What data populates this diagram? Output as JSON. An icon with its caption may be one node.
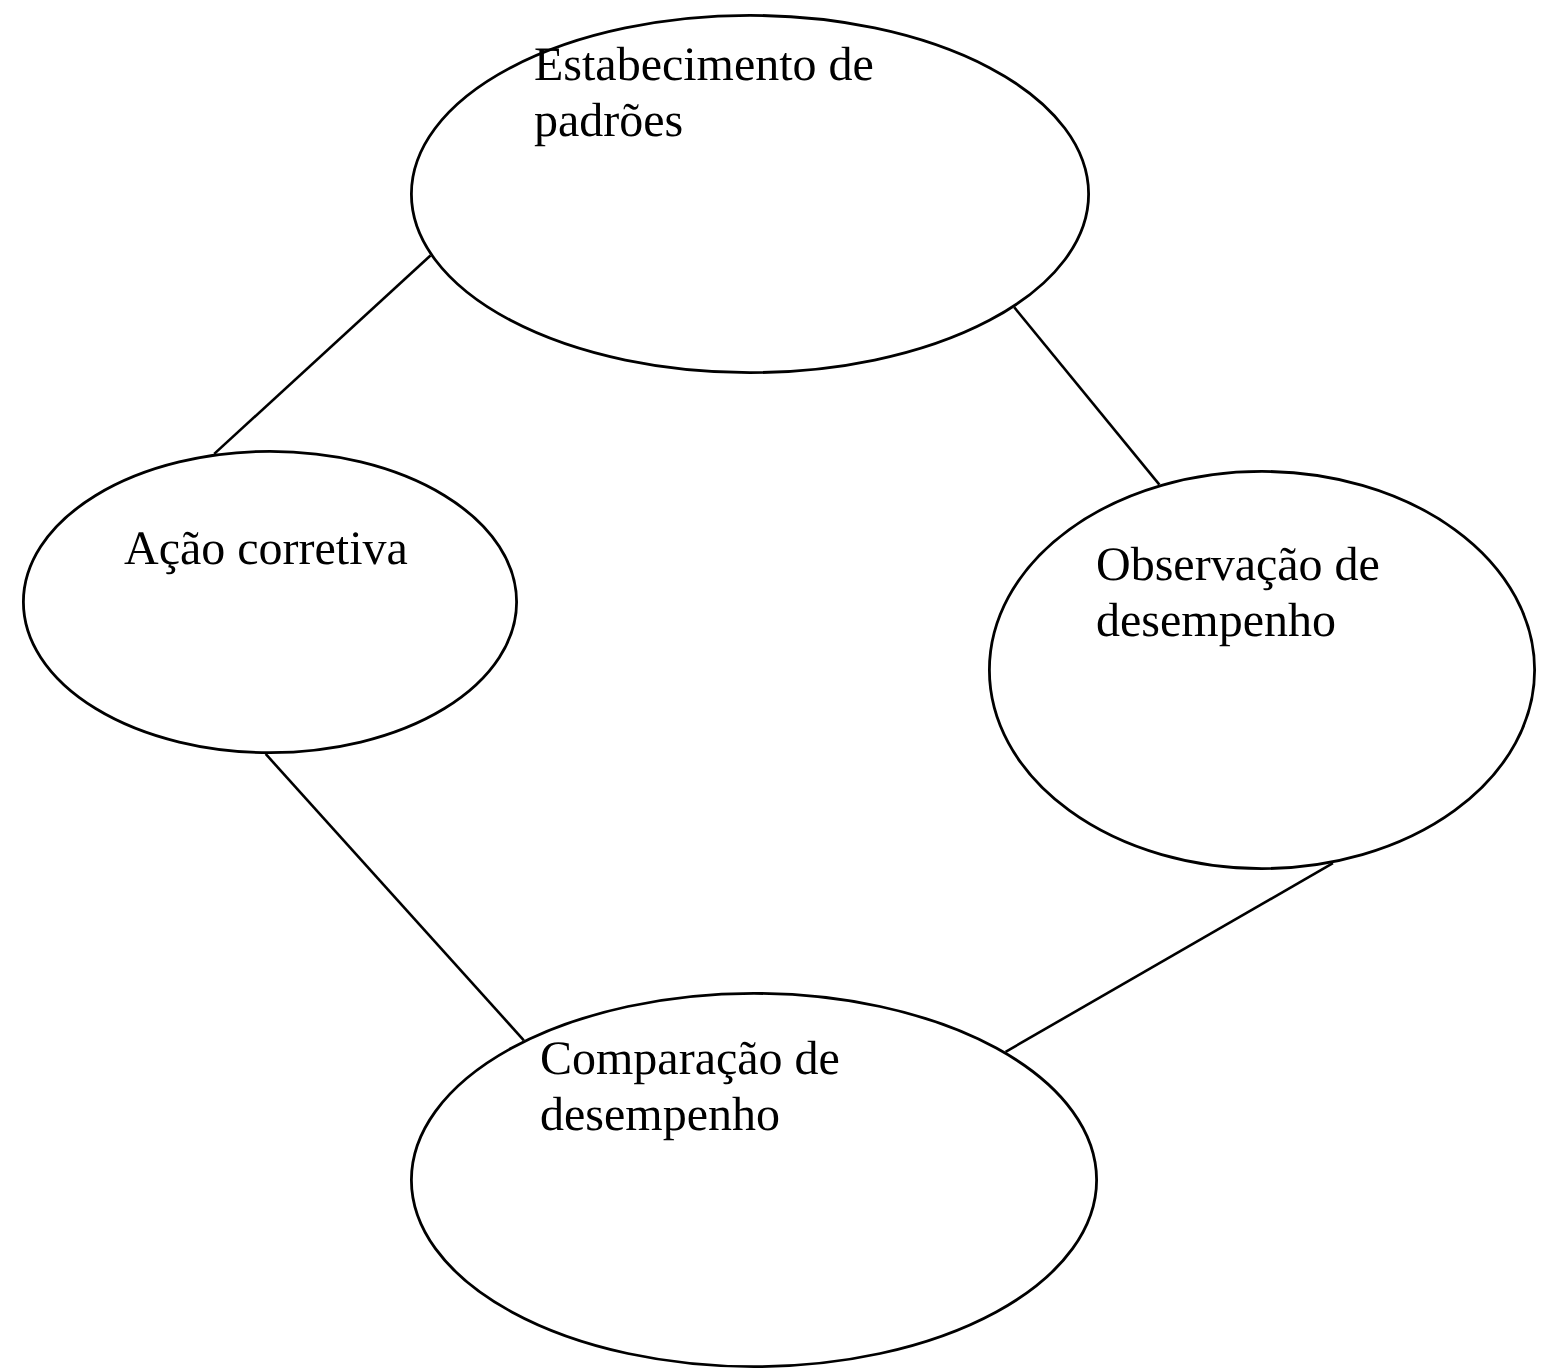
{
  "diagram": {
    "nodes": [
      {
        "text": [
          "Estabecimento de padrões"
        ]
      },
      {
        "text": [
          "Ação corretiva"
        ]
      },
      {
        "text": [
          "Observação de desempenho"
        ]
      },
      {
        "text": [
          "Comparação de desempenho"
        ]
      }
    ],
    "edges": [
      {
        "from": 0,
        "to": 2,
        "arrow": "none"
      },
      {
        "from": 2,
        "to": 3,
        "arrow": "none"
      },
      {
        "from": 3,
        "to": 1,
        "arrow": "none"
      },
      {
        "from": 1,
        "to": 0,
        "arrow": "none"
      }
    ]
  }
}
